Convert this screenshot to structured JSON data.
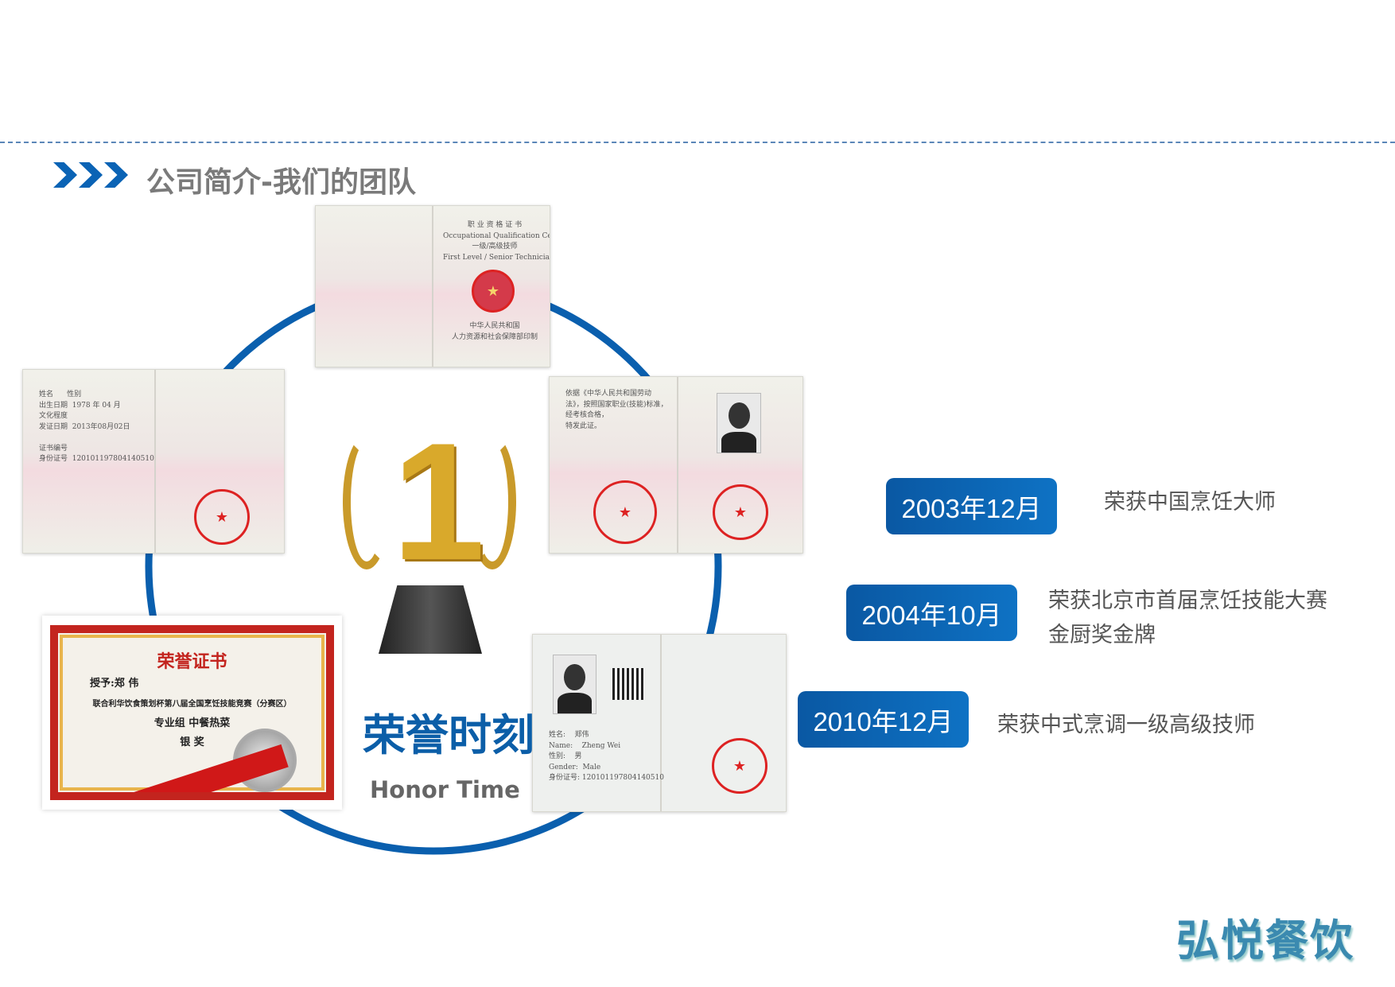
{
  "header": {
    "title": "公司简介-我们的团队",
    "chevron_icon": "triple-chevron-right-icon"
  },
  "center": {
    "title_cn": "荣誉时刻",
    "title_en": "Honor Time",
    "trophy_number": "1"
  },
  "certificates": {
    "top": {
      "lines": "职 业 资 格 证 书\nOccupational Qualification Certificate\n一级/高级技师\nFirst Level / Senior Technician",
      "footer": "中华人民共和国\n人力资源和社会保障部印制"
    },
    "left": {
      "lines": "姓名      性别\n出生日期  1978 年 04 月\n文化程度\n发证日期  2013年08月02日\n\n证书编号\n身份证号  120101197804140510"
    },
    "right": {
      "lines": "依据《中华人民共和国劳动\n法》，按照国家职业(技能)标准，\n经考核合格，\n特发此证。"
    },
    "bottom": {
      "lines": "姓名:    郑伟\nName:    Zheng Wei\n性别:    男\nGender:  Male\n身份证号: 120101197804140510"
    },
    "honor": {
      "heading": "荣誉证书",
      "recipient": "授予:郑 伟",
      "event": "联合利华饮食策划杯第八届全国烹饪技能竞赛（分赛区）",
      "group": "专业组 中餐热菜",
      "award": "银 奖"
    }
  },
  "timeline": [
    {
      "date": "2003年12月",
      "text": [
        "荣获中国烹饪大师"
      ]
    },
    {
      "date": "2004年10月",
      "text": [
        "荣获北京市首届烹饪技能大赛",
        "金厨奖金牌"
      ]
    },
    {
      "date": "2010年12月",
      "text": [
        "荣获中式烹调一级高级技师"
      ]
    }
  ],
  "logo": {
    "text": "弘悦餐饮"
  },
  "colors": {
    "accent": "#0a63b5",
    "title_gray": "#7a7a7a"
  }
}
